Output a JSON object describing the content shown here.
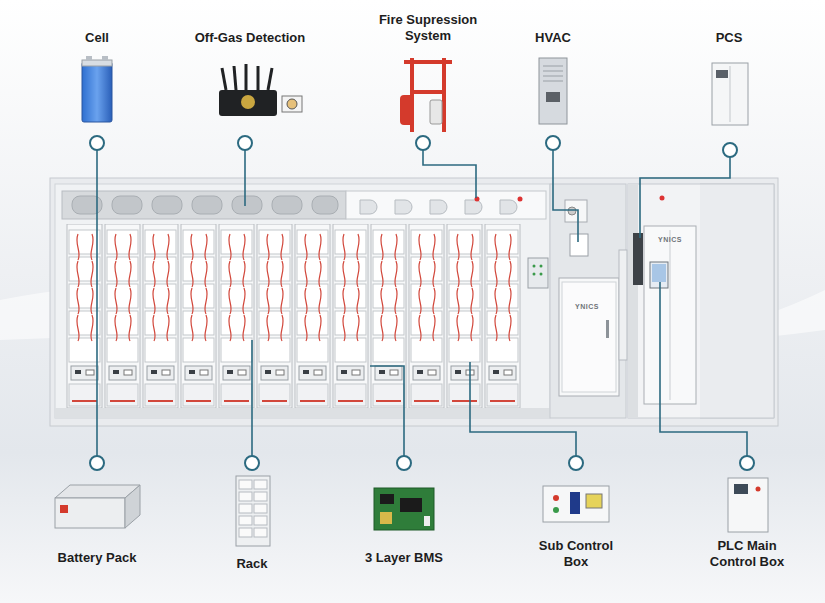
{
  "diagram": {
    "nodes": [
      {
        "text": [
          "Cell"
        ]
      },
      {
        "text": [
          "Off-Gas Detection"
        ]
      },
      {
        "text": [
          "Fire Supression System"
        ]
      },
      {
        "text": [
          "HVAC"
        ]
      },
      {
        "text": [
          "PCS"
        ]
      },
      {
        "text": [
          "Battery Pack"
        ]
      },
      {
        "text": [
          "Rack"
        ]
      },
      {
        "text": [
          "3 Layer BMS"
        ]
      },
      {
        "text": [
          "Sub Control Box"
        ]
      },
      {
        "text": [
          "PLC Main Control Box"
        ]
      }
    ],
    "labels": [
      "YNICS",
      "YNICS"
    ]
  }
}
